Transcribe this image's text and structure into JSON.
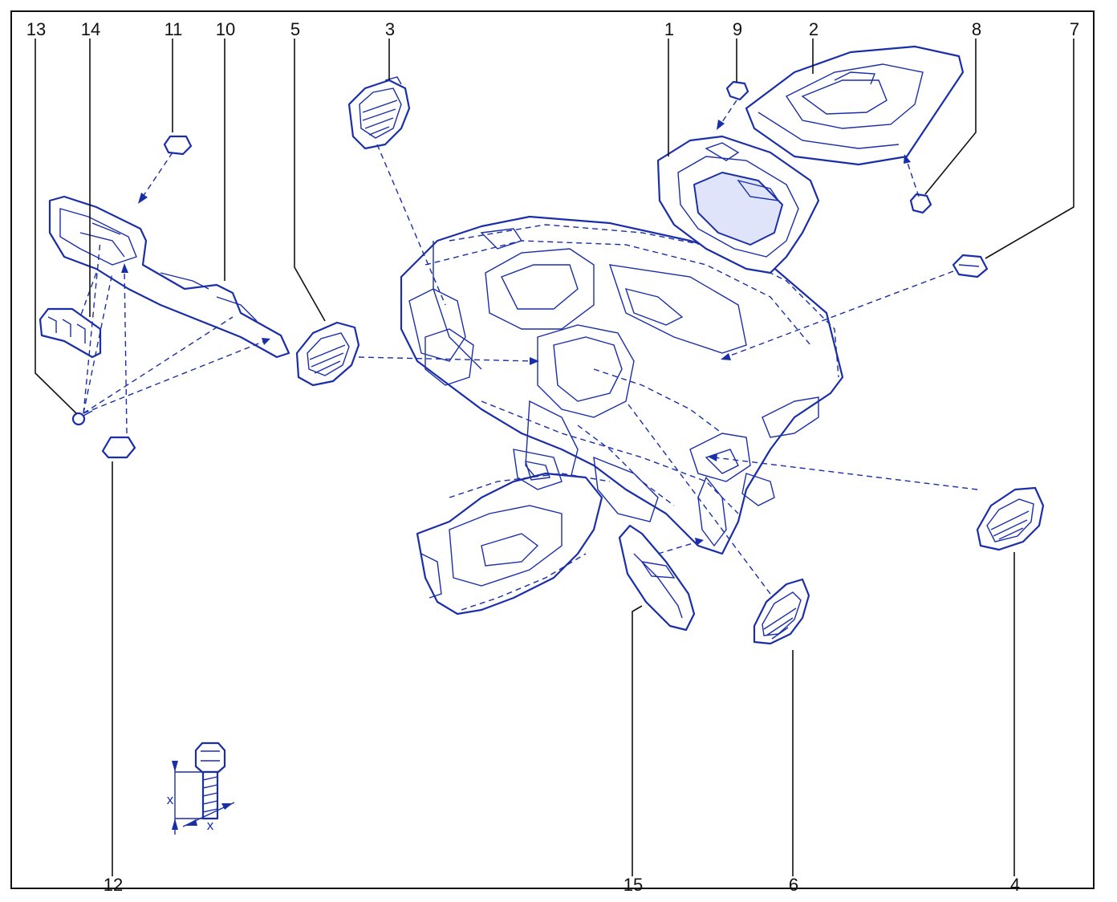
{
  "labels": {
    "l1": "1",
    "l2": "2",
    "l3": "3",
    "l4": "4",
    "l5": "5",
    "l6": "6",
    "l7": "7",
    "l8": "8",
    "l9": "9",
    "l10": "10",
    "l11": "11",
    "l12": "12",
    "l13": "13",
    "l14": "14",
    "l15": "15"
  },
  "inset": {
    "dim_vertical": "x",
    "dim_horizontal": "x"
  },
  "colors": {
    "line_art": "#1a2ea8",
    "labels": "#111111",
    "border": "#111111"
  }
}
